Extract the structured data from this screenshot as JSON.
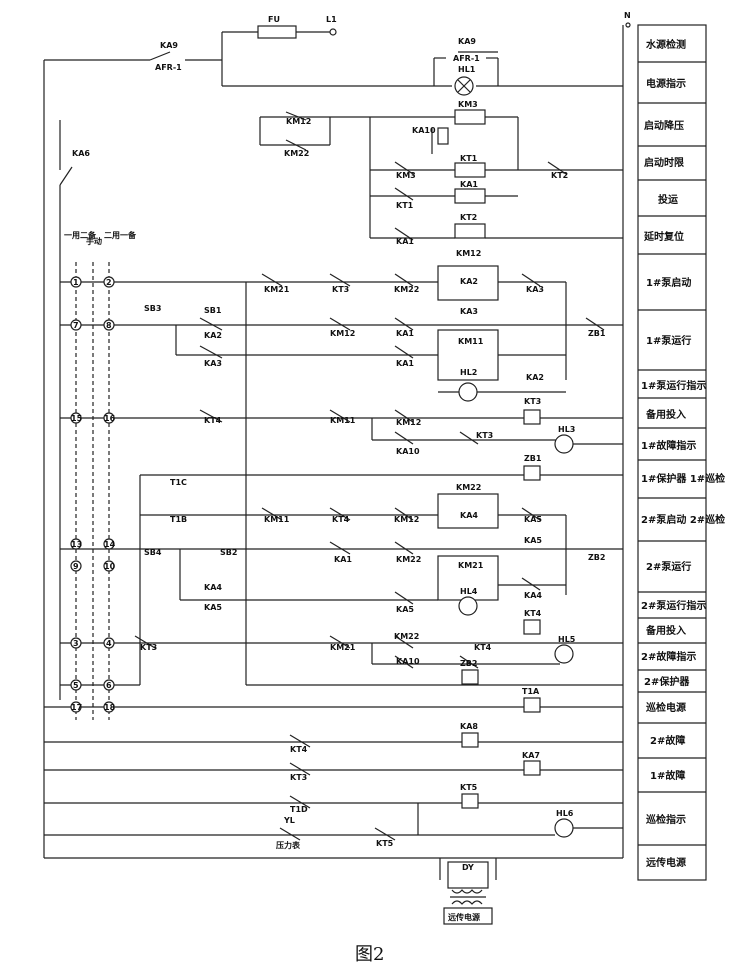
{
  "caption": "图2",
  "top_labels": {
    "fu": "FU",
    "l1": "L1",
    "n": "N",
    "ka9_left": "KA9",
    "afr_left": "AFR-1",
    "ka9_right": "KA9",
    "afr_right": "AFR-1",
    "hl1": "HL1",
    "ka6": "KA6"
  },
  "selector": {
    "col1": "一用二备",
    "col2": "手动",
    "col3": "二用一备"
  },
  "terminals": [
    "1",
    "2",
    "7",
    "8",
    "15",
    "16",
    "13",
    "14",
    "9",
    "10",
    "3",
    "4",
    "5",
    "6",
    "17",
    "18"
  ],
  "row_labels": {
    "r_km12": "KM12",
    "r_km22": "KM22",
    "r_km3": "KM3",
    "r_ka10": "KA10",
    "r_kt1coil": "KT1",
    "r_km3c": "KM3",
    "r_ka1coil": "KA1",
    "r_kt1": "KT1",
    "r_kt2coil": "KT2",
    "r_ka1": "KA1",
    "r_kt2": "KT2",
    "p1_km21": "KM21",
    "p1_kt3": "KT3",
    "p1_km22": "KM22",
    "p1_km12": "KM12",
    "p1_ka2": "KA2",
    "p1_ka3": "KA3",
    "sb3": "SB3",
    "sb1": "SB1",
    "ka2": "KA2",
    "ka3": "KA3",
    "km12b": "KM12",
    "ka1b": "KA1",
    "ka3coil": "KA3",
    "zb1": "ZB1",
    "ka1c": "KA1",
    "km11": "KM11",
    "hl2": "HL2",
    "ka2b": "KA2",
    "kt4": "KT4",
    "km11b": "KM11",
    "km12c": "KM12",
    "kt3coil": "KT3",
    "ka10b": "KA10",
    "kt3b": "KT3",
    "hl3": "HL3",
    "t1c": "T1C",
    "zb1coil": "ZB1",
    "t1b": "T1B",
    "km11c": "KM11",
    "kt4b": "KT4",
    "km12d": "KM12",
    "km22coil": "KM22",
    "ka4coil": "KA4",
    "ka5": "KA5",
    "sb4": "SB4",
    "sb2": "SB2",
    "ka1d": "KA1",
    "km22b": "KM22",
    "ka5coil": "KA5",
    "zb2": "ZB2",
    "ka4": "KA4",
    "km21coil": "KM21",
    "hl4": "HL4",
    "ka4b": "KA4",
    "ka5b": "KA5",
    "ka5c": "KA5",
    "kt3c": "KT3",
    "km21b": "KM21",
    "km22c": "KM22",
    "kt4coil": "KT4",
    "ka10c": "KA10",
    "kt4c": "KT4",
    "hl5": "HL5",
    "zb2coil": "ZB2",
    "t1a": "T1A",
    "kt4d": "KT4",
    "ka8": "KA8",
    "kt3d": "KT3",
    "ka7": "KA7",
    "t1d": "T1D",
    "kt5coil": "KT5",
    "yl": "YL",
    "yl_note": "压力表",
    "kt5": "KT5",
    "hl6": "HL6",
    "dy": "DY",
    "dy_note": "远传电源"
  },
  "side_panel": [
    "水源检测",
    "电源指示",
    "启动降压",
    "启动时限",
    "投运",
    "延时复位",
    "1#泵启动",
    "1#泵运行",
    "1#泵运行指示",
    "备用投入",
    "1#故障指示",
    "1#保护器 1#巡检",
    "2#泵启动 2#巡检",
    "2#泵运行",
    "2#泵运行指示",
    "备用投入",
    "2#故障指示",
    "2#保护器",
    "巡检电源",
    "2#故障",
    "1#故障",
    "巡检指示",
    "远传电源"
  ]
}
